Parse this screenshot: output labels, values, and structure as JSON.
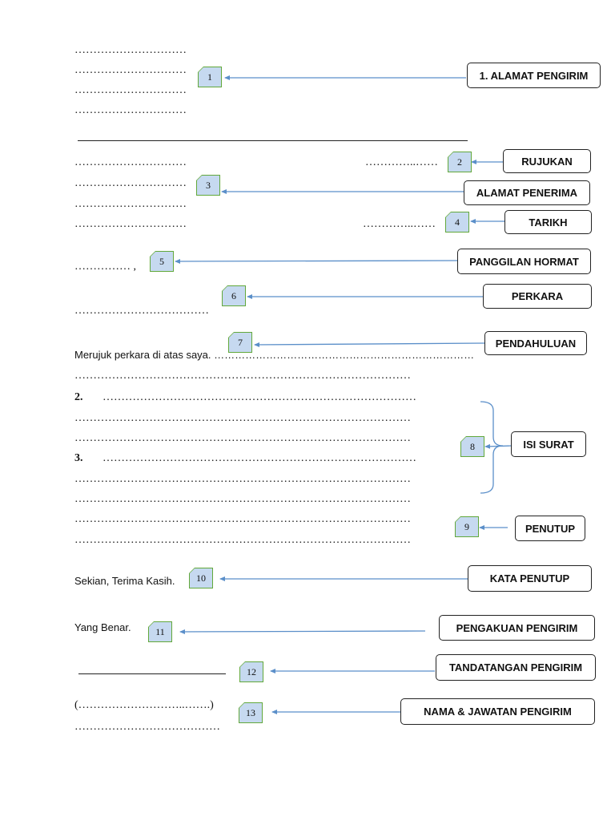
{
  "dots": {
    "short": "…………………………",
    "ref": "…………..……",
    "salutation": "…………… ,",
    "subject": "………………………………",
    "long_line": "………………………………………………………………………………",
    "para_line": "…………………………………………………………………………",
    "name_paren": "(………………………..…….)",
    "position": "…………………………………"
  },
  "text": {
    "intro": "Merujuk perkara di atas saya. …………………………………………………………………",
    "para2_num": "2.",
    "para3_num": "3.",
    "closing": "Sekian, Terima Kasih.",
    "yours": "Yang Benar."
  },
  "markers": [
    "1",
    "2",
    "3",
    "4",
    "5",
    "6",
    "7",
    "8",
    "9",
    "10",
    "11",
    "12",
    "13"
  ],
  "labels": {
    "l1": "1. ALAMAT PENGIRIM",
    "l2": "RUJUKAN",
    "l3": "ALAMAT PENERIMA",
    "l4": "TARIKH",
    "l5": "PANGGILAN HORMAT",
    "l6": "PERKARA",
    "l7": "PENDAHULUAN",
    "l8": "ISI SURAT",
    "l9": "PENUTUP",
    "l10": "KATA PENUTUP",
    "l11": "PENGAKUAN PENGIRIM",
    "l12": "TANDATANGAN PENGIRIM",
    "l13": "NAMA & JAWATAN PENGIRIM"
  },
  "colors": {
    "arrow": "#5b8fc9",
    "marker_fill": "#c6d9f0",
    "marker_border": "#62a83b"
  }
}
